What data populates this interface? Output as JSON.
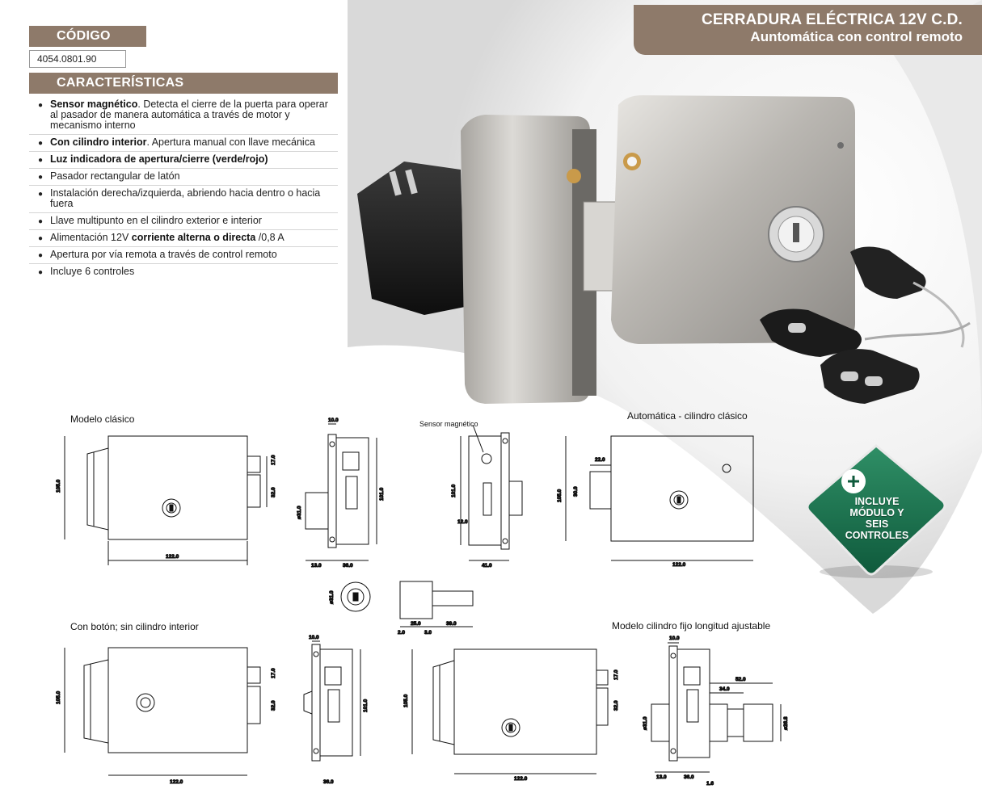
{
  "title": {
    "line1": "CERRADURA ELÉCTRICA 12V C.D.",
    "line2": "Auntomática con control remoto"
  },
  "codigo": {
    "header": "CÓDIGO",
    "value": "4054.0801.90"
  },
  "caracteristicas": {
    "header": "CARACTERÍSTICAS",
    "items": [
      {
        "bold": "Sensor magnético",
        "text": ". Detecta el cierre de la puerta para operar al pasador de manera automática a través de motor y mecanismo interno",
        "after": ""
      },
      {
        "bold": "Con cilindro interior",
        "text": ". Apertura manual con llave mecánica",
        "after": ""
      },
      {
        "bold": "Luz indicadora de apertura/cierre (verde/rojo)",
        "text": "",
        "after": ""
      },
      {
        "bold": "",
        "text": "Pasador rectangular de latón",
        "after": ""
      },
      {
        "bold": "",
        "text": "Instalación derecha/izquierda, abriendo hacia dentro o hacia fuera",
        "after": ""
      },
      {
        "bold": "",
        "text": "Llave multipunto en el cilindro exterior e interior",
        "after": ""
      },
      {
        "bold": "corriente alterna o directa",
        "pre": "Alimentación 12V ",
        "text": "",
        "after": " /0,8 A"
      },
      {
        "bold": "",
        "text": "Apertura por vía remota a través de control remoto",
        "after": ""
      },
      {
        "bold": "",
        "text": "Incluye 6 controles",
        "after": ""
      }
    ]
  },
  "badge": {
    "line1": "INCLUYE",
    "line2": "MÓDULO Y",
    "line3": "SEIS",
    "line4": "CONTROLES"
  },
  "drawings": {
    "modelo_clasico": "Modelo clásico",
    "sensor_label": "Sensor magnético",
    "automatica": "Automática - cilindro clásico",
    "con_boton": "Con botón; sin cilindro interior",
    "cilindro_fijo": "Modelo cilindro fijo longitud ajustable",
    "dims": {
      "d122": "122.0",
      "d105": "105.0",
      "d17": "17.0",
      "d32": "32.0",
      "d31": "ø31.0",
      "d10": "10.0",
      "d101": "101.0",
      "d13": "13.0",
      "d36": "36.0",
      "d41": "41.0",
      "d12": "12.0",
      "d22": "22.0",
      "d30": "30.0",
      "d25": "25.0",
      "d39": "39.0",
      "d2": "2.0",
      "d3": "3.0",
      "d52": "52.0",
      "d34": "34.0",
      "d26": "ø26.8",
      "d16": "1.6"
    }
  }
}
